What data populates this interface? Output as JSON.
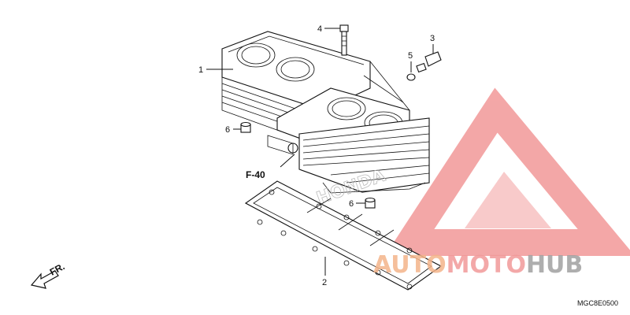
{
  "diagram": {
    "callouts": [
      {
        "id": "1",
        "text": "1"
      },
      {
        "id": "2",
        "text": "2"
      },
      {
        "id": "3",
        "text": "3"
      },
      {
        "id": "4",
        "text": "4"
      },
      {
        "id": "5",
        "text": "5"
      },
      {
        "id": "6a",
        "text": "6"
      },
      {
        "id": "6b",
        "text": "6"
      }
    ],
    "reference": "F-40",
    "direction": "FR.",
    "code": "MGC8E0500",
    "ghost_brand": "HONDA"
  },
  "watermark": {
    "part1": "AUTO",
    "part2": "MOTO",
    "part3": "HUB",
    "logo_color": "#f08a8a",
    "auto_color": "#f4b48a",
    "hub_color": "#9a9a9a"
  }
}
